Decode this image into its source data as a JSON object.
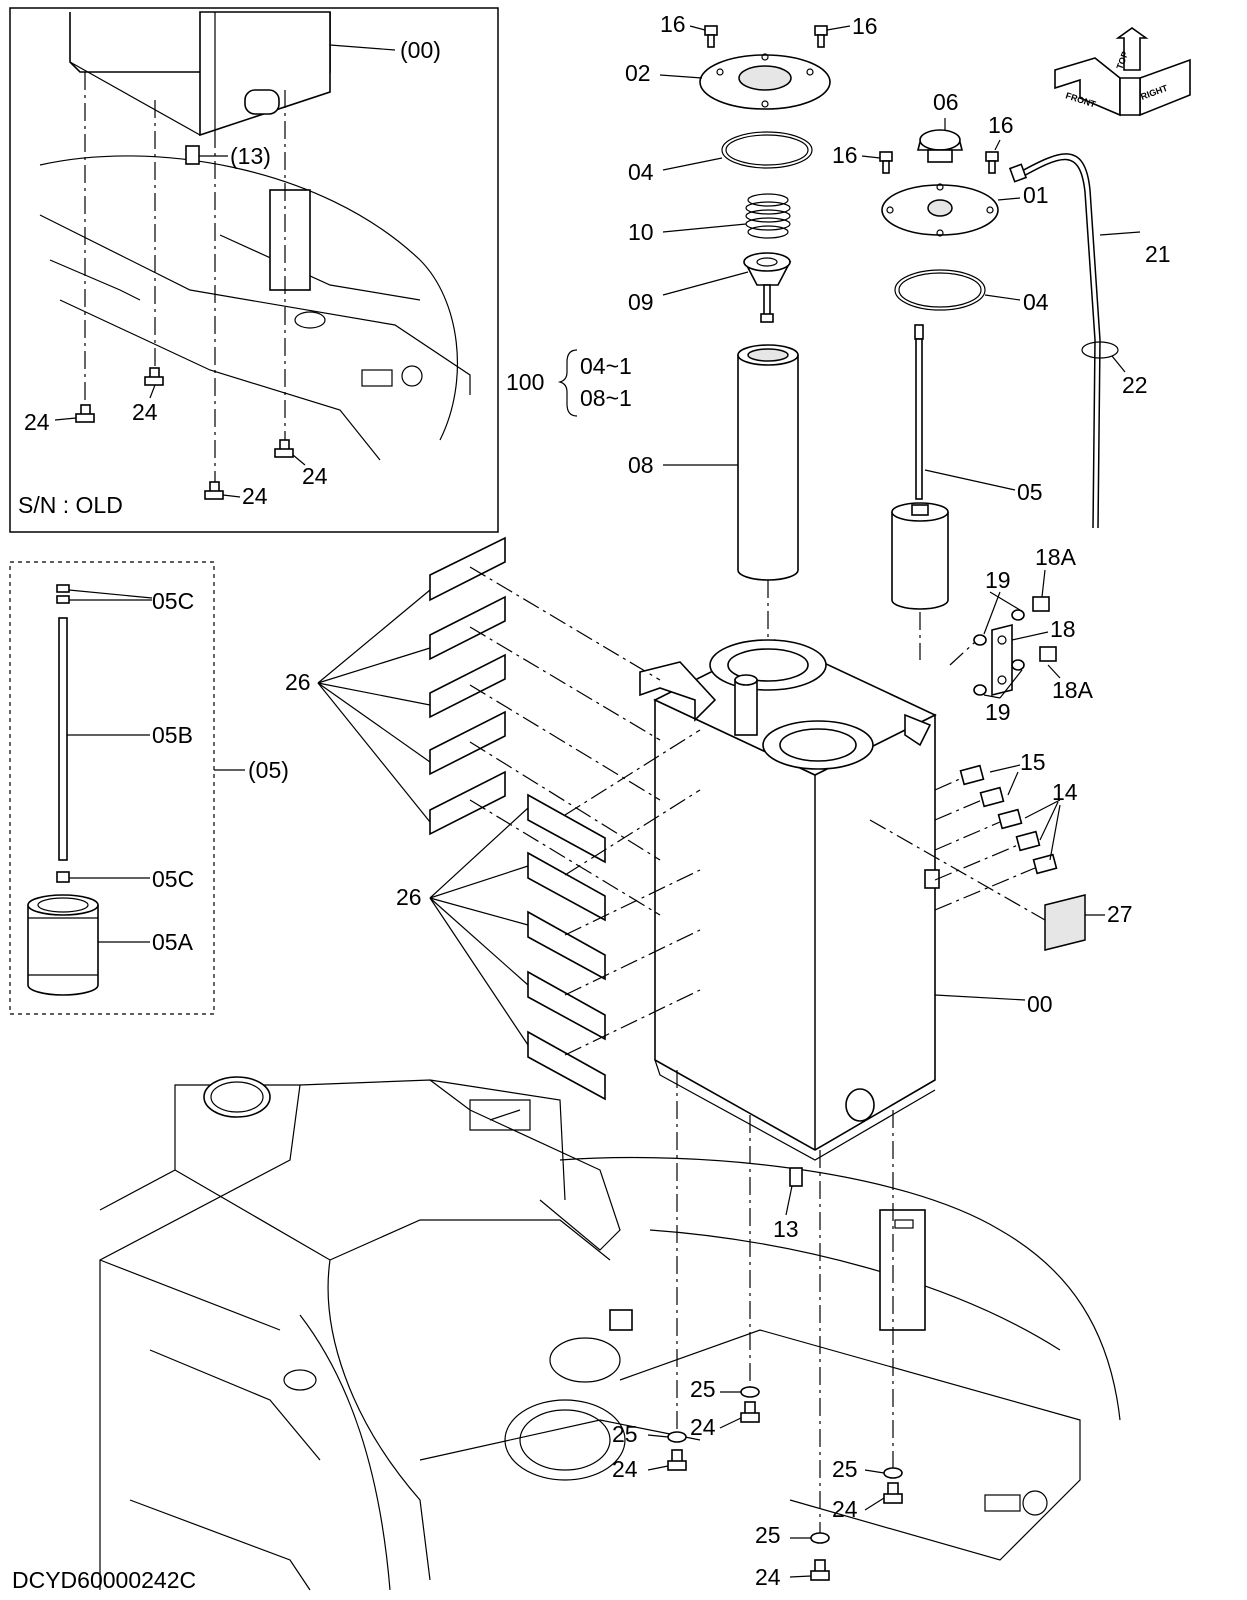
{
  "drawing_code": "DCYD60000242C",
  "inset_note": "S/N : OLD",
  "orientation": {
    "front": "FRONT",
    "top": "TOP",
    "right": "RIGHT"
  },
  "labels": {
    "l00_inset": "(00)",
    "l13_inset": "(13)",
    "l24_a": "24",
    "l24_b": "24",
    "l24_c": "24",
    "l24_d": "24",
    "l16_a": "16",
    "l16_b": "16",
    "l16_c": "16",
    "l16_d": "16",
    "l02": "02",
    "l04_a": "04",
    "l10": "10",
    "l09": "09",
    "l06": "06",
    "l01": "01",
    "l04_b": "04",
    "l21": "21",
    "l22": "22",
    "l100": "100",
    "l100_a": "04~1",
    "l100_b": "08~1",
    "l08": "08",
    "l05": "05",
    "l05C_a": "05C",
    "l05B": "05B",
    "l05_group": "(05)",
    "l05C_b": "05C",
    "l05A": "05A",
    "l19_a": "19",
    "l18A_a": "18A",
    "l18": "18",
    "l18A_b": "18A",
    "l19_b": "19",
    "l15": "15",
    "l14": "14",
    "l27": "27",
    "l00": "00",
    "l26_a": "26",
    "l26_b": "26",
    "l13": "13",
    "l25_a": "25",
    "l24_e": "24",
    "l25_b": "25",
    "l24_f": "24",
    "l25_c": "25",
    "l25_d": "25",
    "l24_g": "24",
    "l24_h": "24"
  }
}
